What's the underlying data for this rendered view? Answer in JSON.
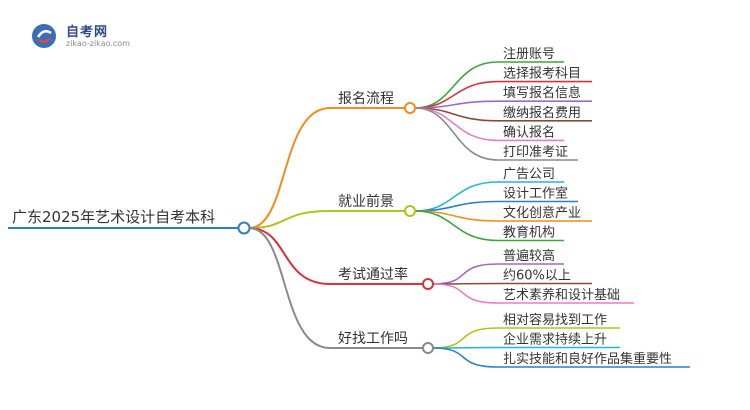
{
  "logo": {
    "title": "自考网",
    "subtitle": "zikao-zikao.com"
  },
  "root": {
    "label": "广东2025年艺术设计自考本科",
    "color": "#2f7fbf"
  },
  "branches": [
    {
      "label": "报名流程",
      "color": "#f28c1c",
      "leaves": [
        {
          "label": "注册账号",
          "color": "#3aa63a"
        },
        {
          "label": "选择报考科目",
          "color": "#d9323a"
        },
        {
          "label": "填写报名信息",
          "color": "#9b6ac8"
        },
        {
          "label": "缴纳报名费用",
          "color": "#8a4a3a"
        },
        {
          "label": "确认报名",
          "color": "#e57fbf"
        },
        {
          "label": "打印准考证",
          "color": "#8a8a8a"
        }
      ]
    },
    {
      "label": "就业前景",
      "color": "#b5c21e",
      "leaves": [
        {
          "label": "广告公司",
          "color": "#22b8cf"
        },
        {
          "label": "设计工作室",
          "color": "#2f7fbf"
        },
        {
          "label": "文化创意产业",
          "color": "#f28c1c"
        },
        {
          "label": "教育机构",
          "color": "#3aa63a"
        }
      ]
    },
    {
      "label": "考试通过率",
      "color": "#d9323a",
      "leaves": [
        {
          "label": "普遍较高",
          "color": "#9b6ac8"
        },
        {
          "label": "约60%以上",
          "color": "#8a4a3a"
        },
        {
          "label": "艺术素养和设计基础",
          "color": "#e57fbf"
        }
      ]
    },
    {
      "label": "好找工作吗",
      "color": "#8a8a8a",
      "leaves": [
        {
          "label": "相对容易找到工作",
          "color": "#b5c21e"
        },
        {
          "label": "企业需求持续上升",
          "color": "#22b8cf"
        },
        {
          "label": "扎实技能和良好作品集重要性",
          "color": "#2f7fbf"
        }
      ]
    }
  ]
}
